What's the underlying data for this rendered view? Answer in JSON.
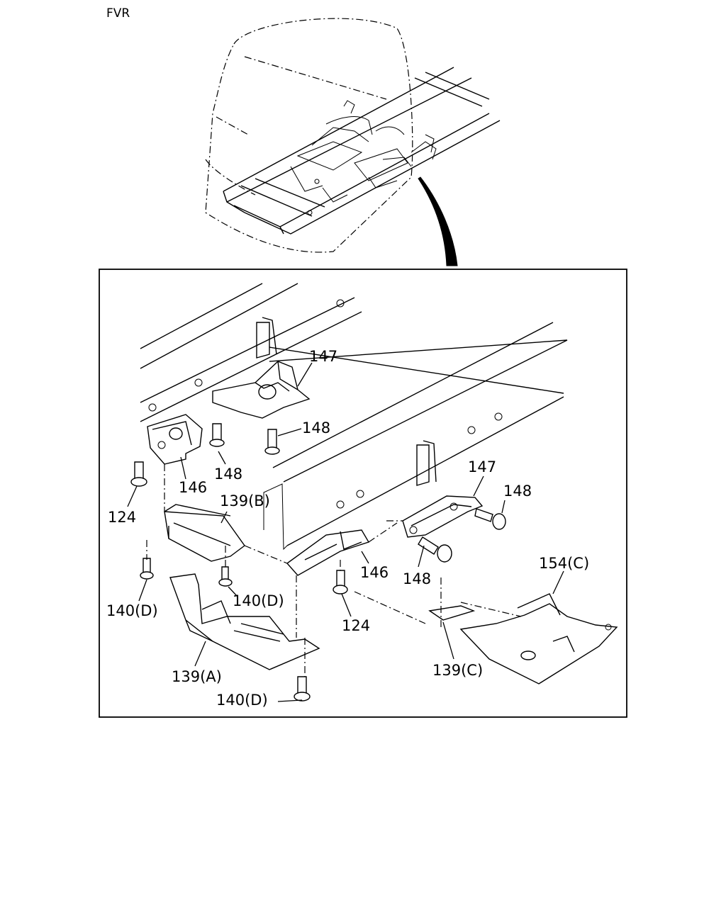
{
  "model": "FVR",
  "callouts": {
    "c147a": "147",
    "c148a": "148",
    "c148b": "148",
    "c146a": "146",
    "c124a": "124",
    "c139b": "139(B)",
    "c140a": "140(D)",
    "c140b": "140(D)",
    "c139a": "139(A)",
    "c140c": "140(D)",
    "c147b": "147",
    "c148c": "148",
    "c148d": "148",
    "c146b": "146",
    "c124b": "124",
    "c154c": "154(C)",
    "c139c": "139(C)"
  },
  "icons": {
    "overview": "truck-cab-chassis-overview-icon",
    "pointer": "detail-pointer-arrow-icon",
    "bolt": "flange-bolt-icon",
    "bracket": "bracket-icon",
    "cover": "under-cover-panel-icon"
  }
}
